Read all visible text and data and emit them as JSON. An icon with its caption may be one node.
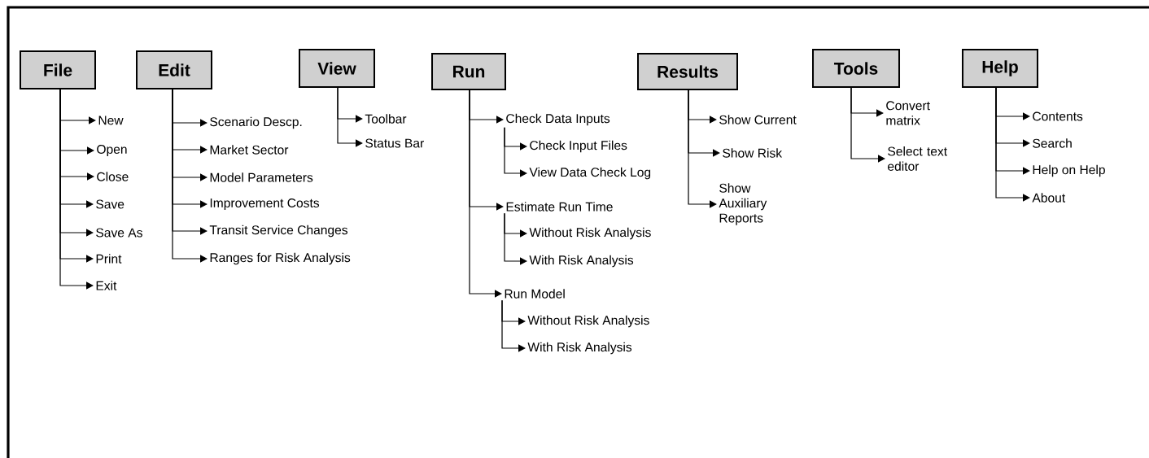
{
  "diagram": {
    "nodes": [
      {
        "text": [
          "File"
        ]
      },
      {
        "text": [
          "New"
        ]
      },
      {
        "text": [
          "Open"
        ]
      },
      {
        "text": [
          "Close"
        ]
      },
      {
        "text": [
          "Save"
        ]
      },
      {
        "text": [
          "Save As"
        ]
      },
      {
        "text": [
          "Print"
        ]
      },
      {
        "text": [
          "Exit"
        ]
      },
      {
        "text": [
          "Edit"
        ]
      },
      {
        "text": [
          "Scenario Descp."
        ]
      },
      {
        "text": [
          "Market Sector"
        ]
      },
      {
        "text": [
          "Model Parameters"
        ]
      },
      {
        "text": [
          "Improvement Costs"
        ]
      },
      {
        "text": [
          "Transit Service Changes"
        ]
      },
      {
        "text": [
          "Ranges for Risk Analysis"
        ]
      },
      {
        "text": [
          "View"
        ]
      },
      {
        "text": [
          "Toolbar"
        ]
      },
      {
        "text": [
          "Status Bar"
        ]
      },
      {
        "text": [
          "Run"
        ]
      },
      {
        "text": [
          "Check Data Inputs"
        ]
      },
      {
        "text": [
          "Check Input Files"
        ]
      },
      {
        "text": [
          "View Data Check Log"
        ]
      },
      {
        "text": [
          "Estimate Run Time"
        ]
      },
      {
        "text": [
          "Without Risk Analysis"
        ]
      },
      {
        "text": [
          "With Risk Analysis"
        ]
      },
      {
        "text": [
          "Run Model"
        ]
      },
      {
        "text": [
          "Without Risk Analysis"
        ]
      },
      {
        "text": [
          "With Risk Analysis"
        ]
      },
      {
        "text": [
          "Results"
        ]
      },
      {
        "text": [
          "Show Current"
        ]
      },
      {
        "text": [
          "Show Risk"
        ]
      },
      {
        "text": [
          "Show Auxiliary Reports"
        ]
      },
      {
        "text": [
          "Tools"
        ]
      },
      {
        "text": [
          "Convert matrix"
        ]
      },
      {
        "text": [
          "Select text editor"
        ]
      },
      {
        "text": [
          "Help"
        ]
      },
      {
        "text": [
          "Contents"
        ]
      },
      {
        "text": [
          "Search"
        ]
      },
      {
        "text": [
          "Help on Help"
        ]
      },
      {
        "text": [
          "About"
        ]
      }
    ],
    "edges": [
      {
        "from": 0,
        "to": 1,
        "arrow": "to"
      },
      {
        "from": 0,
        "to": 2,
        "arrow": "to"
      },
      {
        "from": 0,
        "to": 3,
        "arrow": "to"
      },
      {
        "from": 0,
        "to": 4,
        "arrow": "to"
      },
      {
        "from": 0,
        "to": 5,
        "arrow": "to"
      },
      {
        "from": 0,
        "to": 6,
        "arrow": "to"
      },
      {
        "from": 0,
        "to": 7,
        "arrow": "to"
      },
      {
        "from": 8,
        "to": 9,
        "arrow": "to"
      },
      {
        "from": 8,
        "to": 10,
        "arrow": "to"
      },
      {
        "from": 8,
        "to": 11,
        "arrow": "to"
      },
      {
        "from": 8,
        "to": 12,
        "arrow": "to"
      },
      {
        "from": 8,
        "to": 13,
        "arrow": "to"
      },
      {
        "from": 8,
        "to": 14,
        "arrow": "to"
      },
      {
        "from": 15,
        "to": 16,
        "arrow": "to"
      },
      {
        "from": 15,
        "to": 17,
        "arrow": "to"
      },
      {
        "from": 18,
        "to": 19,
        "arrow": "to"
      },
      {
        "from": 19,
        "to": 20,
        "arrow": "to"
      },
      {
        "from": 19,
        "to": 21,
        "arrow": "to"
      },
      {
        "from": 18,
        "to": 22,
        "arrow": "to"
      },
      {
        "from": 22,
        "to": 23,
        "arrow": "to"
      },
      {
        "from": 22,
        "to": 24,
        "arrow": "to"
      },
      {
        "from": 18,
        "to": 25,
        "arrow": "to"
      },
      {
        "from": 25,
        "to": 26,
        "arrow": "to"
      },
      {
        "from": 25,
        "to": 27,
        "arrow": "to"
      },
      {
        "from": 28,
        "to": 29,
        "arrow": "to"
      },
      {
        "from": 28,
        "to": 30,
        "arrow": "to"
      },
      {
        "from": 28,
        "to": 31,
        "arrow": "to"
      },
      {
        "from": 32,
        "to": 33,
        "arrow": "to"
      },
      {
        "from": 32,
        "to": 34,
        "arrow": "to"
      },
      {
        "from": 35,
        "to": 36,
        "arrow": "to"
      },
      {
        "from": 35,
        "to": 37,
        "arrow": "to"
      },
      {
        "from": 35,
        "to": 38,
        "arrow": "to"
      },
      {
        "from": 35,
        "to": 39,
        "arrow": "to"
      }
    ]
  }
}
